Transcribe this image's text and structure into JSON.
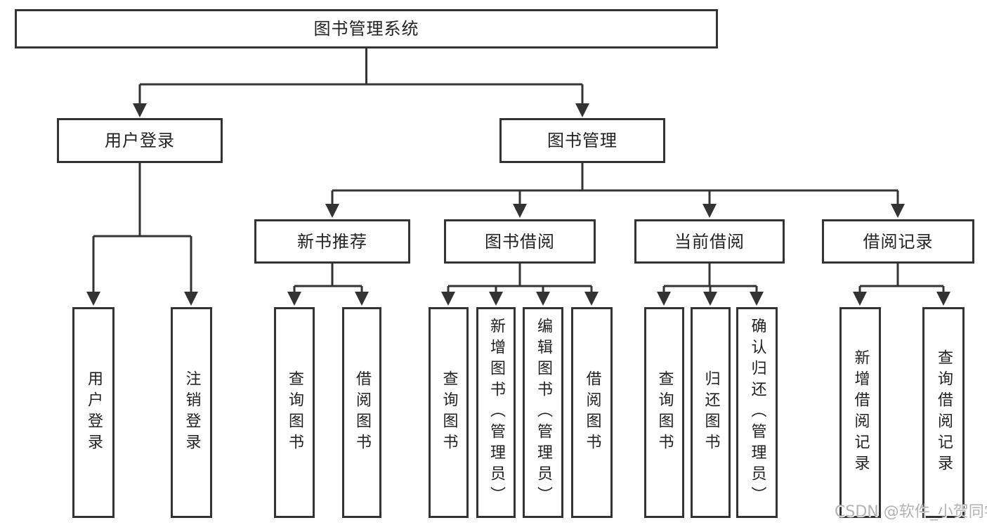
{
  "diagram_title": "图书管理系统",
  "tree": {
    "root": "图书管理系统",
    "level2": [
      {
        "id": "user-login",
        "label": "用户登录"
      },
      {
        "id": "book-management",
        "label": "图书管理"
      }
    ],
    "level3": [
      {
        "id": "new-book-recommend",
        "label": "新书推荐"
      },
      {
        "id": "book-borrow",
        "label": "图书借阅"
      },
      {
        "id": "current-borrow",
        "label": "当前借阅"
      },
      {
        "id": "borrow-records",
        "label": "借阅记录"
      }
    ],
    "leaves": {
      "user_login_group": [
        "用户登录",
        "注销登录"
      ],
      "new_book_group": [
        "查询图书",
        "借阅图书"
      ],
      "book_borrow_group": [
        "查询图书",
        "新增图书（管理员）",
        "编辑图书（管理员）",
        "借阅图书"
      ],
      "current_borrow_group": [
        "查询图书",
        "归还图书",
        "确认归还（管理员）"
      ],
      "records_group": [
        "新增借阅记录",
        "查询借阅记录"
      ]
    }
  },
  "watermark": {
    "text": "CSDN @软件_小贺同学"
  },
  "colors": {
    "line": "#333333",
    "box_border": "#333333",
    "box_fill": "#ffffff",
    "text": "#222222",
    "watermark": "#b3b3b3",
    "background": "#ffffff"
  }
}
